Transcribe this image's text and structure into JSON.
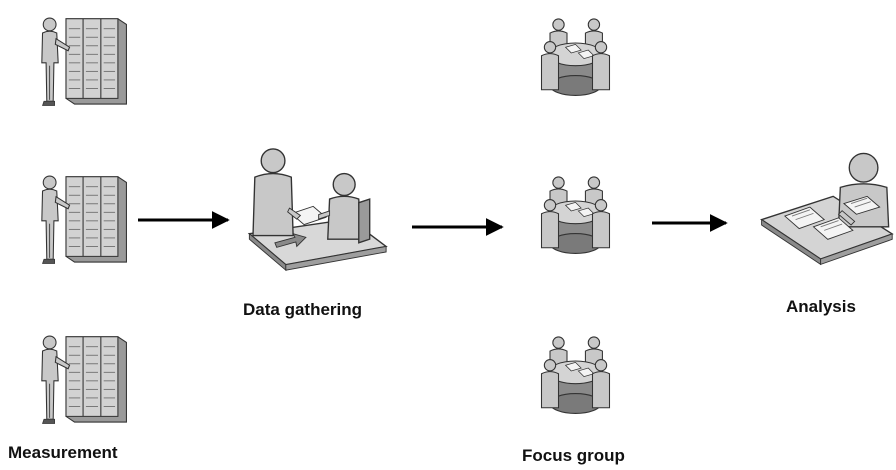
{
  "labels": {
    "measurement": "Measurement",
    "data_gathering": "Data gathering",
    "focus_group": "Focus group",
    "analysis": "Analysis"
  },
  "colors": {
    "figure_fill": "#c8c8c8",
    "figure_shade": "#8a8a8a",
    "figure_outline": "#333333",
    "arrow": "#000000",
    "label_text": "#111111"
  }
}
